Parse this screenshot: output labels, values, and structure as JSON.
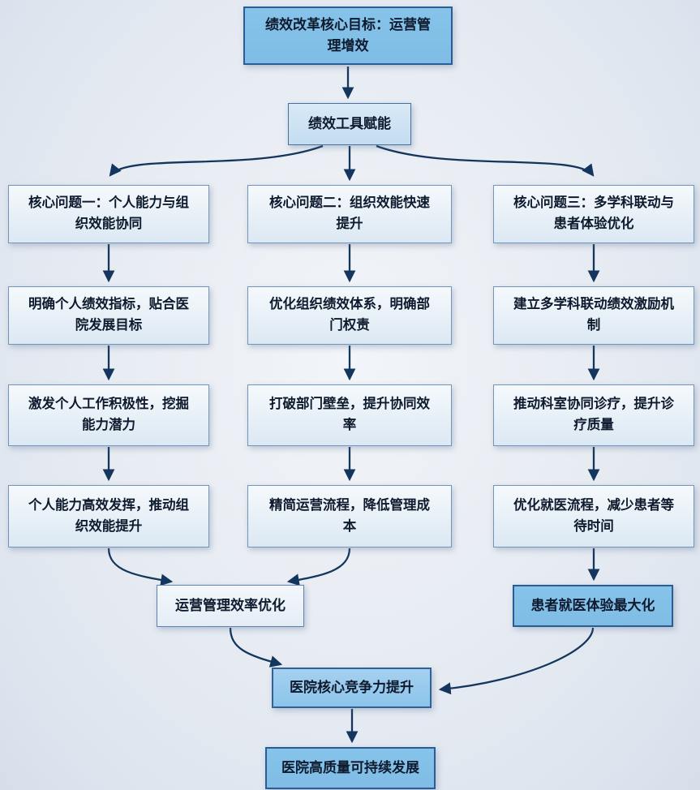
{
  "colors": {
    "arrow": "#14365e",
    "primary_fill": "#82c1e8",
    "primary_border": "#2a5d94",
    "light_fill": "#e9f1f8",
    "light_border": "#7295ba",
    "background": "#e6ebf2",
    "text": "#0e1a2e"
  },
  "nodes": {
    "goal": {
      "label": "绩效改革核心目标：运营管\n理增效"
    },
    "tool": {
      "label": "绩效工具赋能"
    },
    "q1": {
      "label": "核心问题一：个人能力与组\n织效能协同"
    },
    "q2": {
      "label": "核心问题二：组织效能快速\n提升"
    },
    "q3": {
      "label": "核心问题三：多学科联动与\n患者体验优化"
    },
    "a1": {
      "label": "明确个人绩效指标，贴合医\n院发展目标"
    },
    "a2": {
      "label": "优化组织绩效体系，明确部\n门权责"
    },
    "a3": {
      "label": "建立多学科联动绩效激励机\n制"
    },
    "b1": {
      "label": "激发个人工作积极性，挖掘\n能力潜力"
    },
    "b2": {
      "label": "打破部门壁垒，提升协同效\n率"
    },
    "b3": {
      "label": "推动科室协同诊疗，提升诊\n疗质量"
    },
    "c1": {
      "label": "个人能力高效发挥，推动组\n织效能提升"
    },
    "c2": {
      "label": "精简运营流程，降低管理成\n本"
    },
    "c3": {
      "label": "优化就医流程，减少患者等\n待时间"
    },
    "merge_ops": {
      "label": "运营管理效率优化"
    },
    "merge_patient": {
      "label": "患者就医体验最大化"
    },
    "core": {
      "label": "医院核心竞争力提升"
    },
    "final": {
      "label": "医院高质量可持续发展"
    }
  }
}
